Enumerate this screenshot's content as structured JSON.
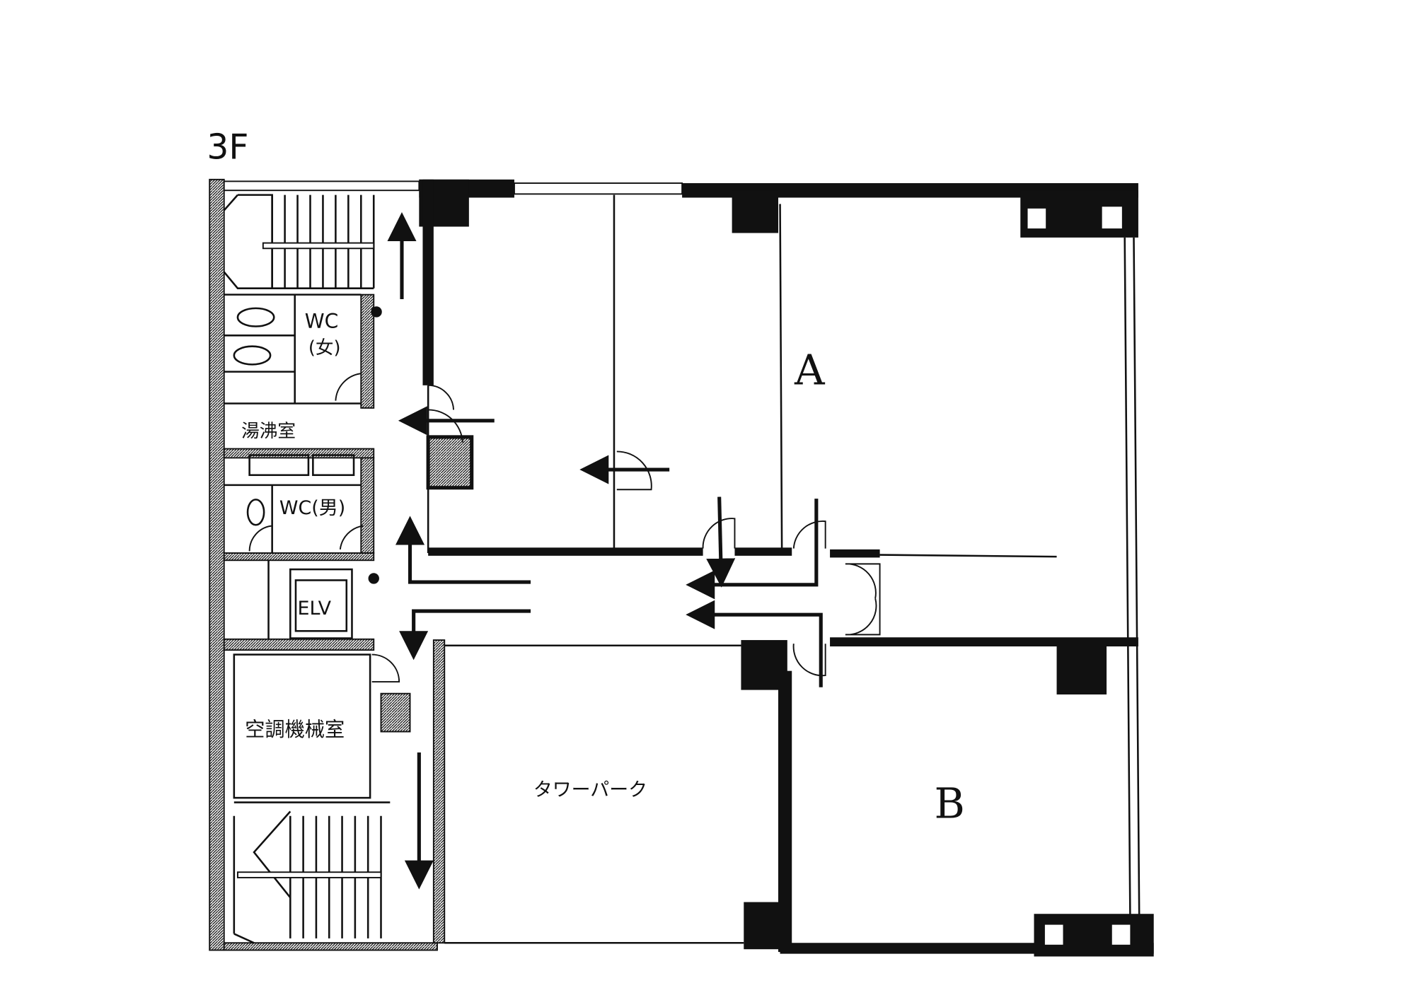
{
  "floor_label": "3F",
  "rooms": {
    "tenant_a": "A",
    "tenant_b": "B",
    "tower_park": "タワーパーク",
    "wc_women_line1": "WC",
    "wc_women_line2": "(女)",
    "kitchenette": "湯沸室",
    "wc_men": "WC(男)",
    "elevator": "ELV",
    "hvac_room": "空調機械室"
  },
  "colors": {
    "ink": "#111111",
    "paper": "#ffffff"
  }
}
